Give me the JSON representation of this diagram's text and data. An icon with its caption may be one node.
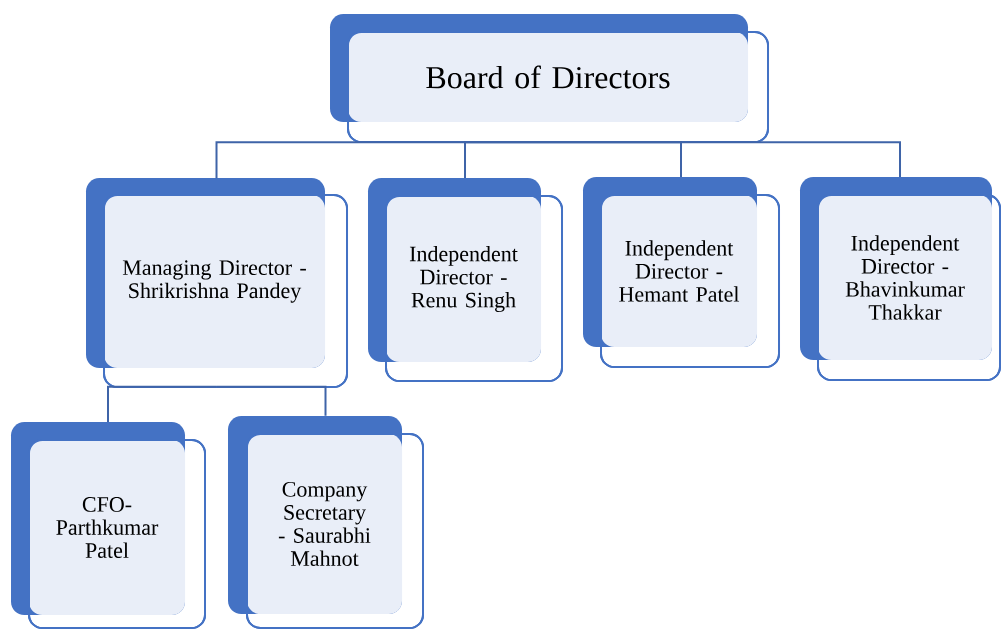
{
  "diagram": {
    "nodes": [
      {
        "text": [
          "Board of Directors"
        ]
      },
      {
        "text": [
          "Managing Director - Shrikrishna Pandey"
        ]
      },
      {
        "text": [
          "Independent Director  - Renu Singh"
        ]
      },
      {
        "text": [
          "Independent Director - Hemant Patel"
        ]
      },
      {
        "text": [
          "Independent Director - Bhavinkumar Thakkar"
        ]
      },
      {
        "text": [
          "CFO- Parthkumar Patel"
        ]
      },
      {
        "text": [
          "Company Secretary - Saurabhi Mahnot"
        ]
      }
    ],
    "edges": [
      {
        "from": 0,
        "to": 1,
        "arrow": "none"
      },
      {
        "from": 0,
        "to": 2,
        "arrow": "none"
      },
      {
        "from": 0,
        "to": 3,
        "arrow": "none"
      },
      {
        "from": 0,
        "to": 4,
        "arrow": "none"
      },
      {
        "from": 1,
        "to": 5,
        "arrow": "none"
      },
      {
        "from": 1,
        "to": 6,
        "arrow": "none"
      }
    ]
  }
}
